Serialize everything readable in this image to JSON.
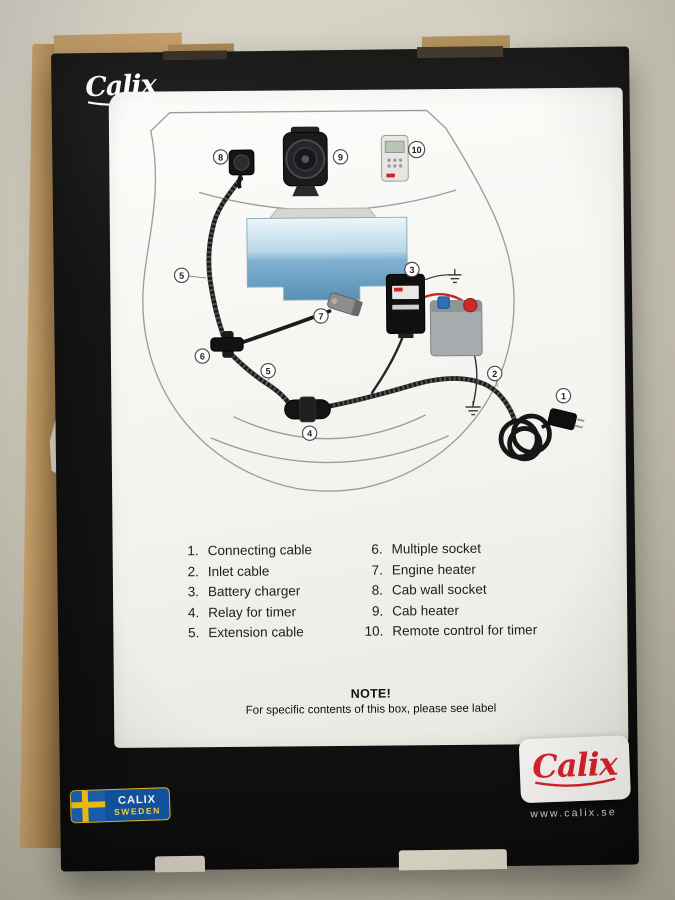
{
  "brand": {
    "logo": "Calix",
    "website": "www.calix.se",
    "badge_line1": "CALIX",
    "badge_line2": "SWEDEN"
  },
  "panel": {
    "legend_left": [
      {
        "num": "1.",
        "label": "Connecting cable"
      },
      {
        "num": "2.",
        "label": "Inlet cable"
      },
      {
        "num": "3.",
        "label": "Battery charger"
      },
      {
        "num": "4.",
        "label": "Relay for timer"
      },
      {
        "num": "5.",
        "label": "Extension cable"
      }
    ],
    "legend_right": [
      {
        "num": "6.",
        "label": "Multiple socket"
      },
      {
        "num": "7.",
        "label": "Engine heater"
      },
      {
        "num": "8.",
        "label": "Cab wall socket"
      },
      {
        "num": "9.",
        "label": "Cab heater"
      },
      {
        "num": "10.",
        "label": "Remote control for timer"
      }
    ],
    "note_title": "NOTE!",
    "note_text": "For specific contents of this box, please see label",
    "callouts": {
      "c1": "1",
      "c2": "2",
      "c3": "3",
      "c4": "4",
      "c5a": "5",
      "c5b": "5",
      "c6": "6",
      "c7": "7",
      "c8": "8",
      "c9": "9",
      "c10": "10"
    }
  },
  "colors": {
    "calix_red": "#d8232a",
    "badge_blue": "#1356a4",
    "flag_yellow": "#fdc913",
    "box_black": "#141414",
    "background_beige": "#cbc6b6",
    "cardboard_tan": "#b08953"
  }
}
